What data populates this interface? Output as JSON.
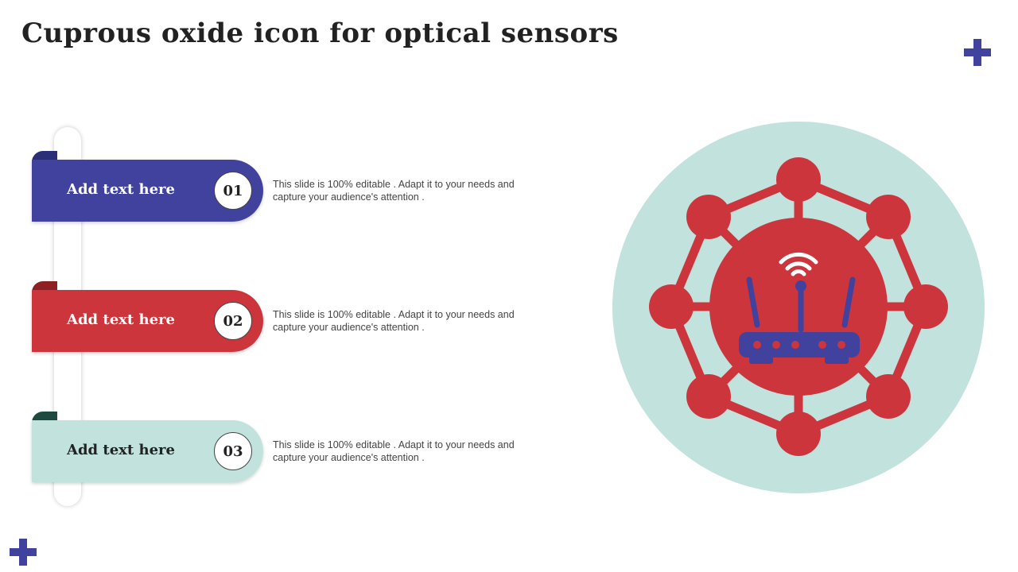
{
  "title": "Cuprous oxide icon for optical sensors",
  "colors": {
    "accent_blue": "#41429e",
    "accent_red": "#cd353c",
    "accent_teal": "#c2e2de",
    "text_dark": "#222222"
  },
  "items": [
    {
      "number": "01",
      "label": "Add text here",
      "description": "This slide is 100% editable . Adapt it to your needs and capture your audience's attention ."
    },
    {
      "number": "02",
      "label": "Add text here",
      "description": "This slide is 100% editable . Adapt it to your needs and capture your audience's attention ."
    },
    {
      "number": "03",
      "label": "Add text here",
      "description": "This slide is 100% editable . Adapt it to your needs and capture your audience's attention ."
    }
  ],
  "illustration": {
    "icon": "wifi-router-network-icon",
    "decorations": [
      "plus-icon",
      "plus-icon"
    ]
  }
}
